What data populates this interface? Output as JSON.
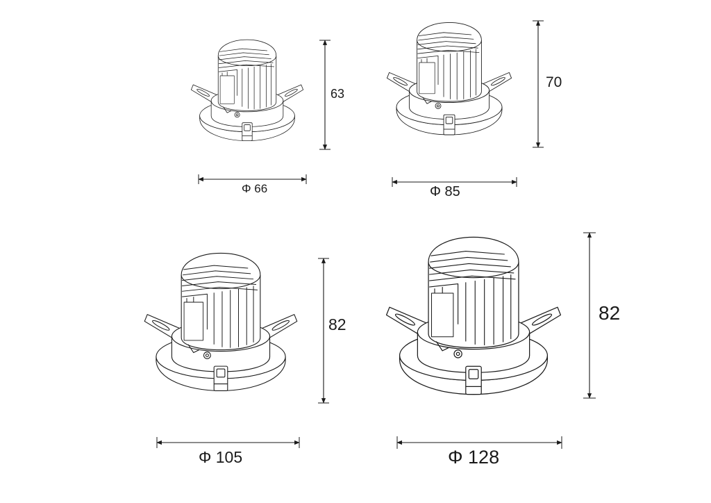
{
  "figure": {
    "background": "#ffffff",
    "line_color": "#1a1a1a",
    "fixtures": [
      {
        "id": "fixture-1",
        "height_label": "63",
        "diameter_label": "Φ 66"
      },
      {
        "id": "fixture-2",
        "height_label": "70",
        "diameter_label": "Φ 85"
      },
      {
        "id": "fixture-3",
        "height_label": "82",
        "diameter_label": "Φ 105"
      },
      {
        "id": "fixture-4",
        "height_label": "82",
        "diameter_label": "Φ 128"
      }
    ]
  }
}
